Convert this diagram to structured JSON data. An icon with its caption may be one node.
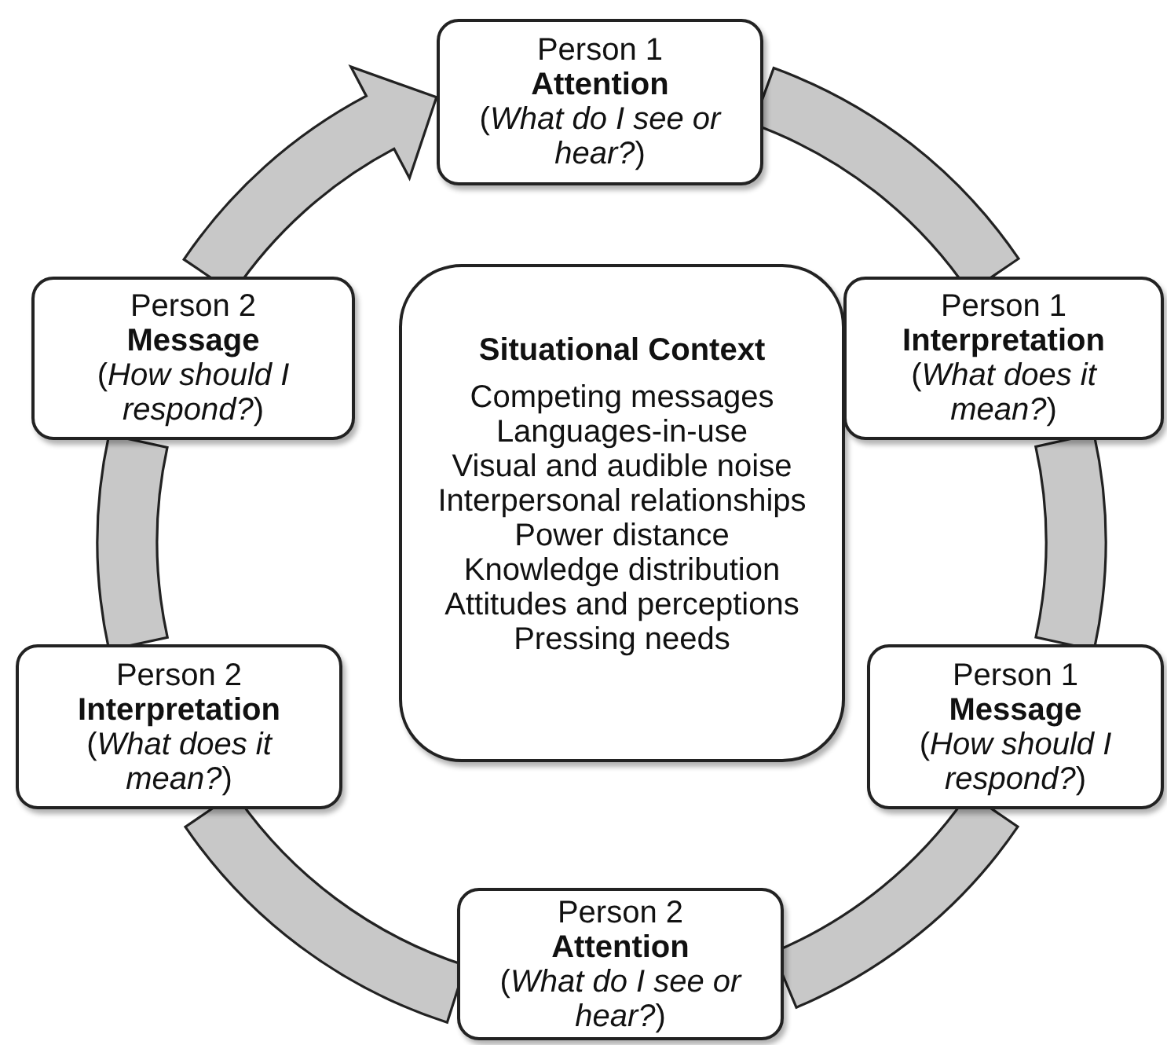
{
  "diagram": {
    "nodes": [
      {
        "text": [
          "Person 1",
          "Attention",
          "(*What do I see or hear?*)"
        ]
      },
      {
        "text": [
          "Person 2",
          "Message",
          "(*How should I respond?*)"
        ]
      },
      {
        "text": [
          "Situational Context",
          "Competing messages",
          "Languages-in-use",
          "Visual and audible noise",
          "Interpersonal relationships",
          "Power distance",
          "Knowledge distribution",
          "Attitudes and perceptions",
          "Pressing needs"
        ]
      },
      {
        "text": [
          "Person 1",
          "Interpretation",
          "(*What does it mean?*)"
        ]
      },
      {
        "text": [
          "Person 2",
          "Interpretation",
          "(*What does it mean?*)"
        ]
      },
      {
        "text": [
          "Person 1",
          "Message",
          "(*How should I respond?*)"
        ]
      },
      {
        "text": [
          "Person 2",
          "Attention",
          "(*What do I see or hear?*)"
        ]
      }
    ],
    "edges": [
      {
        "from": 0,
        "to": 3,
        "arrow": "none"
      },
      {
        "from": 3,
        "to": 5,
        "arrow": "none"
      },
      {
        "from": 5,
        "to": 6,
        "arrow": "none"
      },
      {
        "from": 6,
        "to": 4,
        "arrow": "none"
      },
      {
        "from": 4,
        "to": 1,
        "arrow": "none"
      },
      {
        "from": 1,
        "to": 0,
        "arrow": "to"
      }
    ]
  }
}
